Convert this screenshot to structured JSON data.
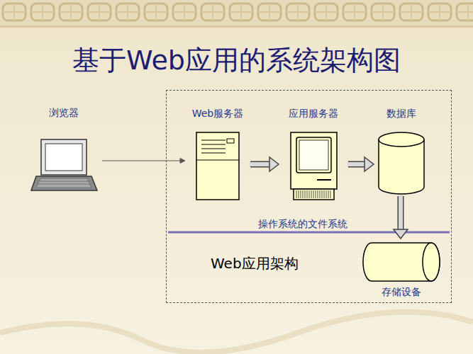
{
  "diagram": {
    "title": "基于Web应用的系统架构图",
    "nodes": [
      {
        "text": [
          "浏览器"
        ]
      },
      {
        "text": [
          "Web应用架构"
        ]
      },
      {
        "text": [
          "Web服务器"
        ],
        "in": 1
      },
      {
        "text": [
          "应用服务器"
        ],
        "in": 1
      },
      {
        "text": [
          "数据库"
        ],
        "in": 1
      },
      {
        "text": [
          "存储设备"
        ],
        "in": 1
      }
    ],
    "edges": [
      {
        "from": 0,
        "to": 2,
        "arrow": "to"
      },
      {
        "from": 2,
        "to": 3,
        "arrow": "to"
      },
      {
        "from": 3,
        "to": 4,
        "arrow": "to"
      },
      {
        "from": 4,
        "to": 5,
        "arrow": "to"
      }
    ],
    "labels": [
      "操作系统的文件系统"
    ]
  }
}
